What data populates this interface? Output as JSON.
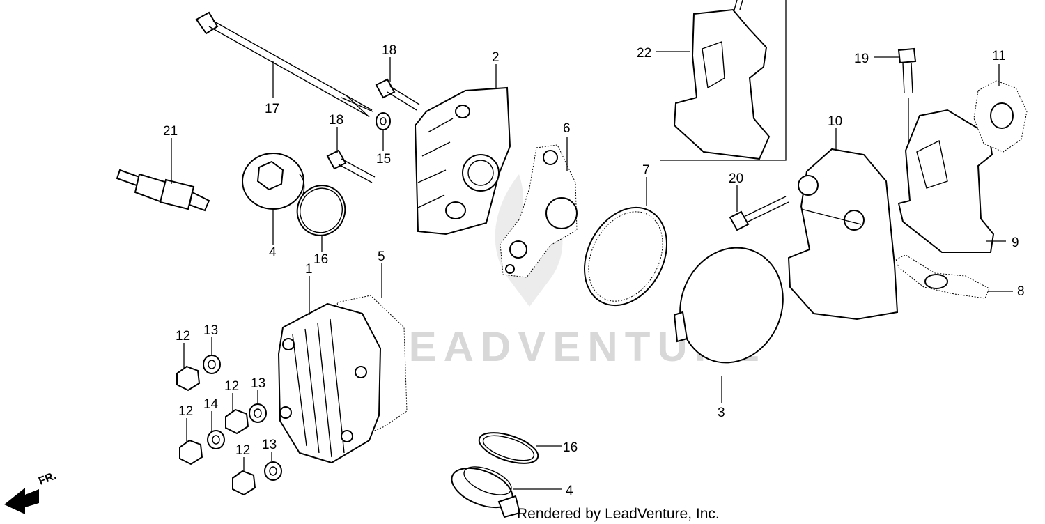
{
  "diagram": {
    "callouts": {
      "c1": "1",
      "c2": "2",
      "c3": "3",
      "c4a": "4",
      "c4b": "4",
      "c5": "5",
      "c6": "6",
      "c7": "7",
      "c8": "8",
      "c9": "9",
      "c10": "10",
      "c11": "11",
      "c12a": "12",
      "c12b": "12",
      "c12c": "12",
      "c12d": "12",
      "c13a": "13",
      "c13b": "13",
      "c13c": "13",
      "c14": "14",
      "c15": "15",
      "c16a": "16",
      "c16b": "16",
      "c17": "17",
      "c18a": "18",
      "c18b": "18",
      "c19": "19",
      "c20": "20",
      "c21": "21",
      "c22": "22"
    },
    "direction_label": "FR.",
    "watermark_text": "LEADVENTURE",
    "credit": "Rendered by LeadVenture, Inc."
  }
}
